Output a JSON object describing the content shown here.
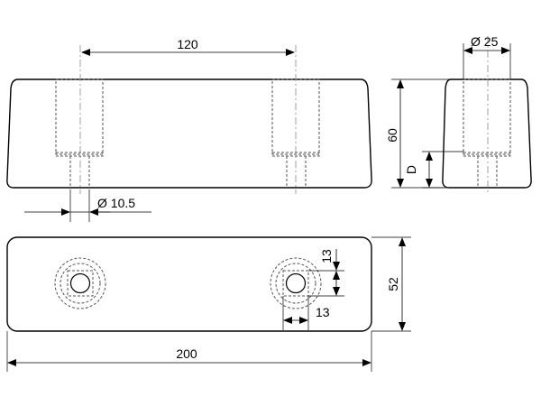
{
  "dimensions": {
    "spacing": "120",
    "diameter_top": "Ø 25",
    "height": "60",
    "depth": "D",
    "hole_diameter": "Ø 10.5",
    "width": "52",
    "square_v": "13",
    "square_h": "13",
    "length": "200"
  }
}
